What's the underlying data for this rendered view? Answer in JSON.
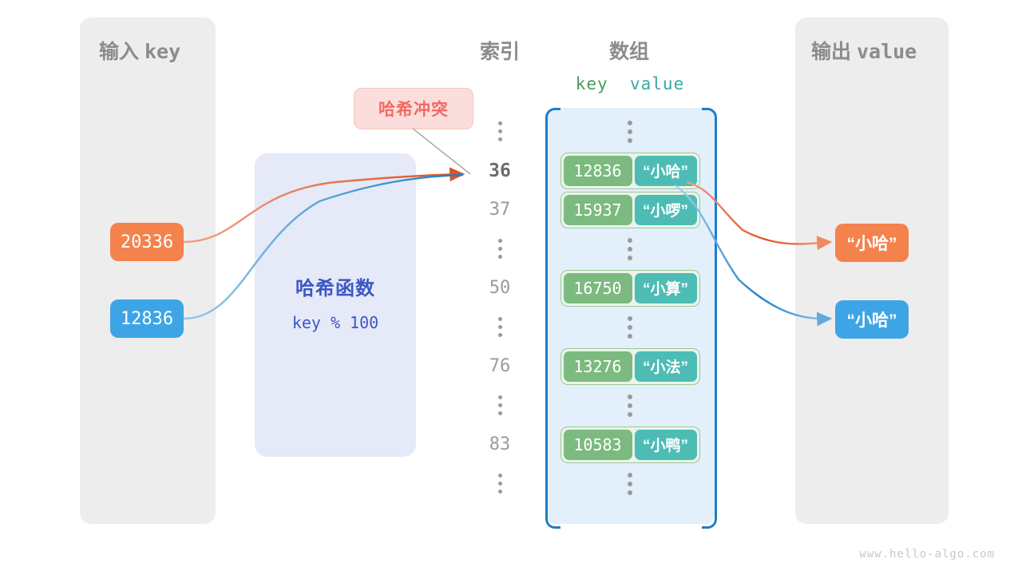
{
  "input_panel": {
    "title_cn": "输入",
    "title_mono": "key"
  },
  "output_panel": {
    "title_cn": "输出",
    "title_mono": "value"
  },
  "headings": {
    "index": "索引",
    "array": "数组",
    "key": "key",
    "value": "value"
  },
  "collision": {
    "label": "哈希冲突"
  },
  "hash_function": {
    "name": "哈希函数",
    "expression": "key % 100"
  },
  "input_keys": [
    {
      "value": "20336",
      "color": "#f4824c"
    },
    {
      "value": "12836",
      "color": "#3da5e5"
    }
  ],
  "output_values": [
    {
      "value": "“小哈”",
      "color": "#f4824c"
    },
    {
      "value": "“小哈”",
      "color": "#3da5e5"
    }
  ],
  "index_rows": [
    {
      "type": "dots"
    },
    {
      "type": "num",
      "label": "36",
      "highlight": true
    },
    {
      "type": "num",
      "label": "37",
      "highlight": false
    },
    {
      "type": "dots"
    },
    {
      "type": "num",
      "label": "50",
      "highlight": false
    },
    {
      "type": "dots"
    },
    {
      "type": "num",
      "label": "76",
      "highlight": false
    },
    {
      "type": "dots"
    },
    {
      "type": "num",
      "label": "83",
      "highlight": false
    },
    {
      "type": "dots"
    }
  ],
  "array_rows": [
    {
      "type": "dots"
    },
    {
      "type": "pair",
      "key": "12836",
      "value": "“小哈”"
    },
    {
      "type": "pair",
      "key": "15937",
      "value": "“小啰”"
    },
    {
      "type": "dots"
    },
    {
      "type": "pair",
      "key": "16750",
      "value": "“小算”"
    },
    {
      "type": "dots"
    },
    {
      "type": "pair",
      "key": "13276",
      "value": "“小法”"
    },
    {
      "type": "dots"
    },
    {
      "type": "pair",
      "key": "10583",
      "value": "“小鸭”"
    },
    {
      "type": "dots"
    }
  ],
  "colors": {
    "orange": "#f4824c",
    "orange_arrow": "#e0521f",
    "blue": "#3da5e5",
    "blue_arrow": "#1f7ec4",
    "green_key": "#7cba7f",
    "teal_value": "#4dbcb5",
    "panel_gray": "#ededed",
    "hash_lavender": "#e6e9f8",
    "array_blue": "#e3f0fb",
    "collision_pink": "#fbdedb",
    "collision_text": "#ee6c63"
  },
  "watermark": {
    "text": "www.hello-algo.com"
  }
}
